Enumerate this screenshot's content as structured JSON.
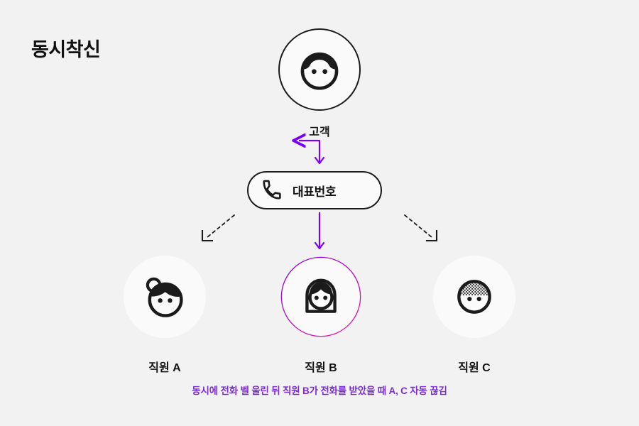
{
  "title": "동시착신",
  "colors": {
    "background": "#f2f2f2",
    "disc": "#fafafa",
    "ink": "#1b1b1b",
    "arrow_purple": "#7B00F5",
    "ring_from": "#8A00E0",
    "ring_to": "#E5189C",
    "note_purple": "#7b2fd4"
  },
  "nodes": {
    "customer": {
      "label": "고객",
      "icon": "customer-face-icon"
    },
    "main_number": {
      "label": "대표번호",
      "icon": "phone-handset-icon"
    },
    "employees": [
      {
        "label": "직원 A",
        "icon": "employee-bun-face-icon",
        "highlighted": false
      },
      {
        "label": "직원 B",
        "icon": "employee-bob-face-icon",
        "highlighted": true
      },
      {
        "label": "직원 C",
        "icon": "employee-short-hair-face-icon",
        "highlighted": false
      }
    ]
  },
  "connectors": [
    {
      "name": "customer-to-main-number",
      "style": "solid",
      "color": "#7B00F5"
    },
    {
      "name": "main-number-to-employee-b",
      "style": "solid",
      "color": "#7B00F5"
    },
    {
      "name": "main-number-to-employee-a",
      "style": "dashed",
      "color": "#1b1b1b"
    },
    {
      "name": "main-number-to-employee-c",
      "style": "dashed",
      "color": "#1b1b1b"
    }
  ],
  "note": "동시에 전화 벨 울린 뒤 직원 B가 전화를 받았을 때 A, C 자동 끊김"
}
